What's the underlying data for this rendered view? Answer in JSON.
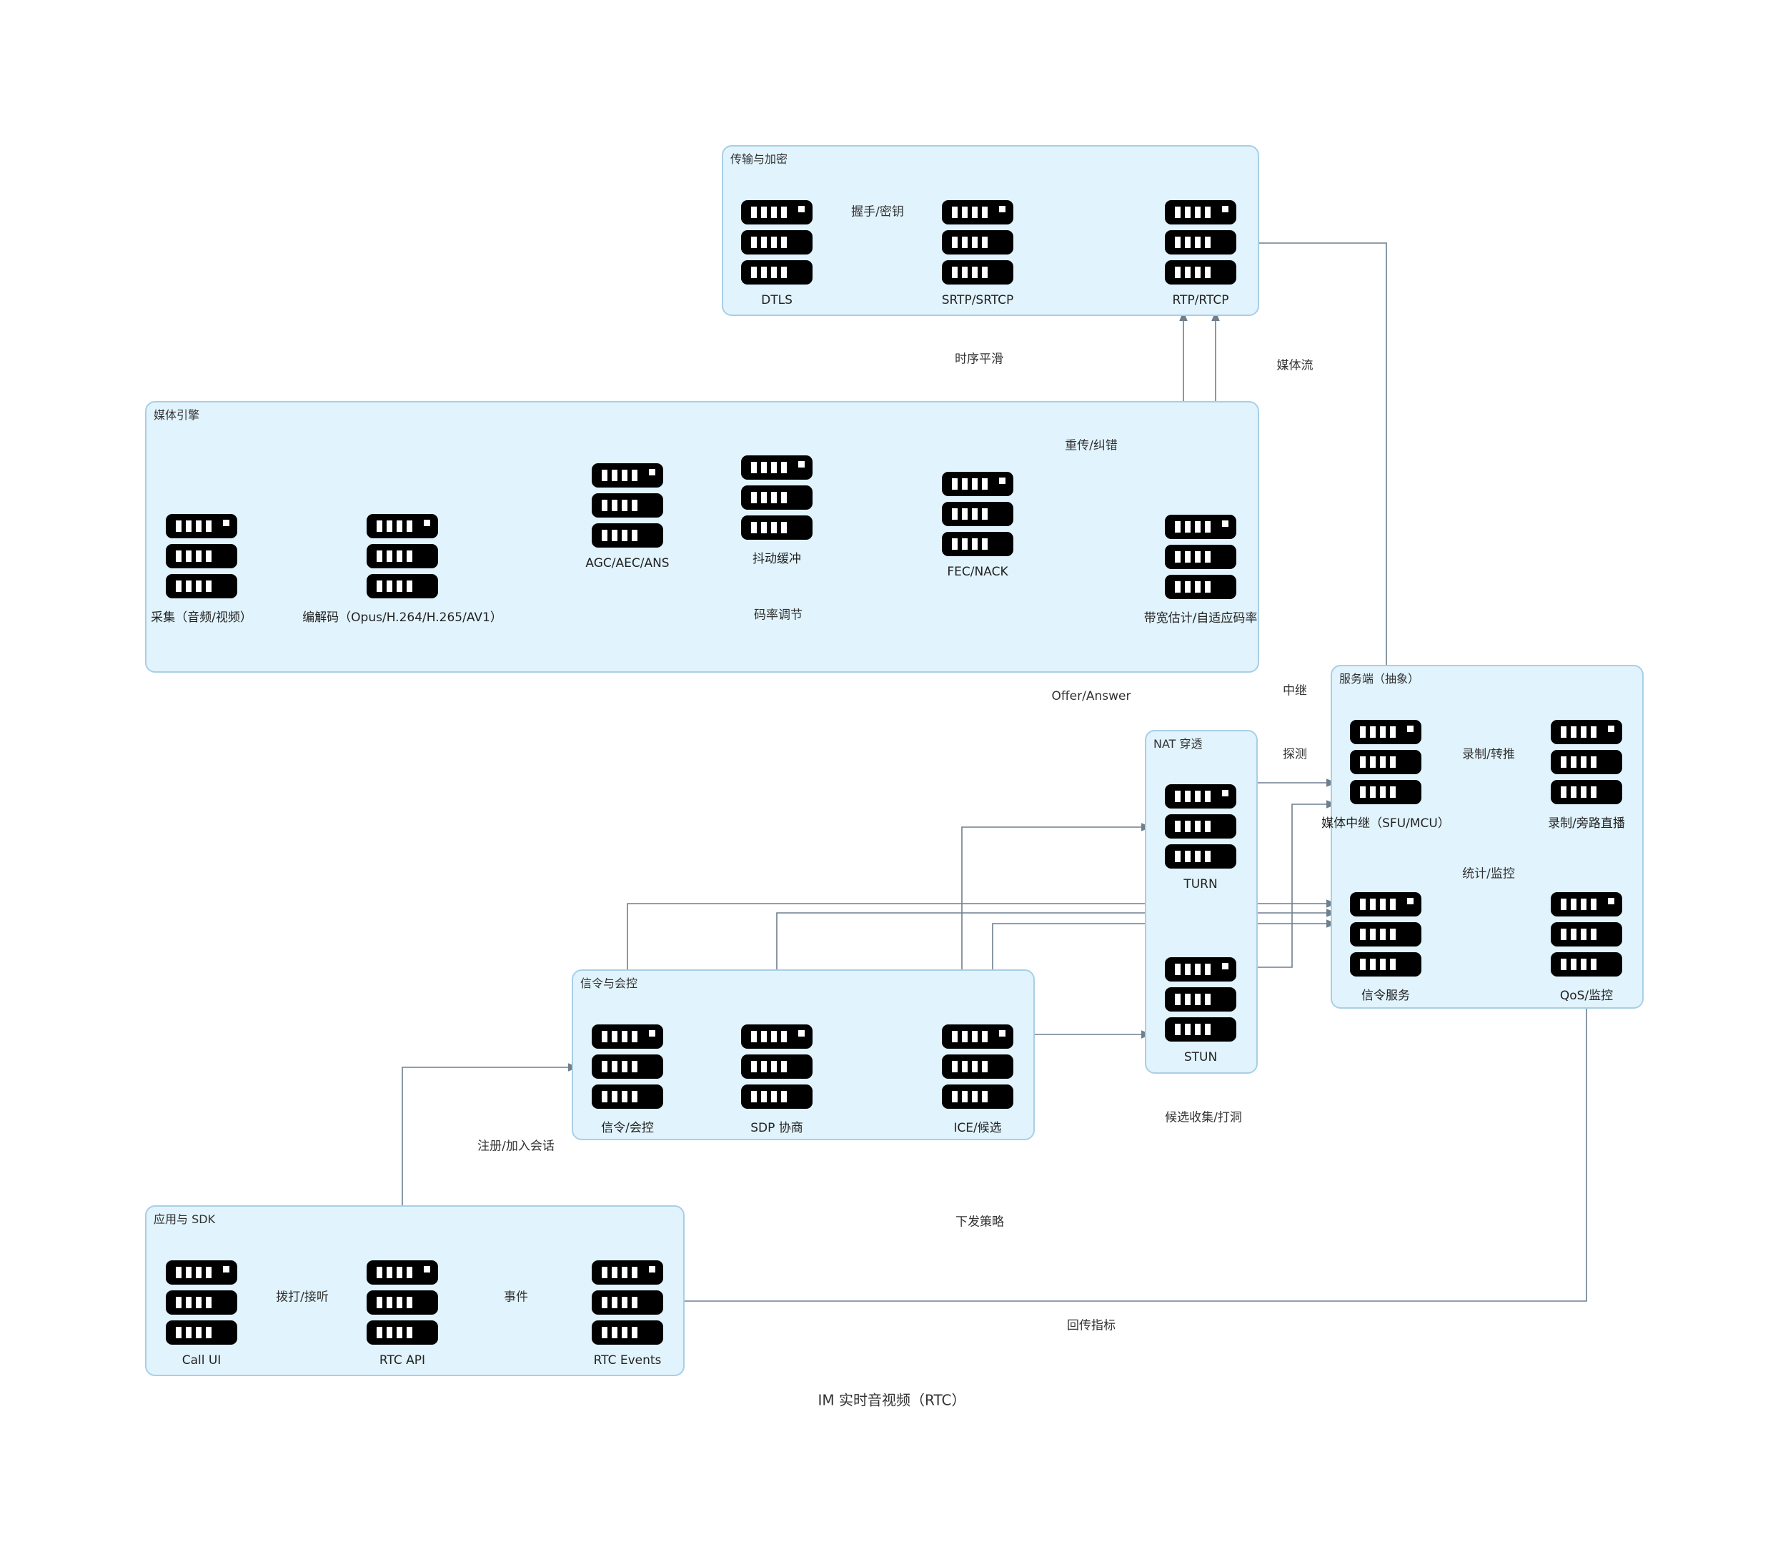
{
  "title": "IM 实时音视频（RTC）",
  "colors": {
    "group_fill": "#e1f3fc",
    "group_border": "#a8cfe6",
    "edge": "#6e7f8d",
    "icon": "#000000"
  },
  "groups": {
    "transport": "传输与加密",
    "media": "媒体引擎",
    "server": "服务端（抽象）",
    "nat": "NAT 穿透",
    "signaling": "信令与会控",
    "app": "应用与 SDK"
  },
  "nodes": {
    "dtls": {
      "label": "DTLS",
      "icon": "server-icon"
    },
    "srtp": {
      "label": "SRTP/SRTCP",
      "icon": "server-icon"
    },
    "rtp": {
      "label": "RTP/RTCP",
      "icon": "server-icon"
    },
    "capture": {
      "label": "采集（音频/视频）",
      "icon": "server-icon"
    },
    "codec": {
      "label": "编解码（Opus/H.264/H.265/AV1）",
      "icon": "server-icon"
    },
    "agc": {
      "label": "AGC/AEC/ANS",
      "icon": "server-icon"
    },
    "jitter": {
      "label": "抖动缓冲",
      "icon": "server-icon"
    },
    "fec": {
      "label": "FEC/NACK",
      "icon": "server-icon"
    },
    "bwe": {
      "label": "带宽估计/自适应码率",
      "icon": "server-icon"
    },
    "sfu": {
      "label": "媒体中继（SFU/MCU）",
      "icon": "server-icon"
    },
    "record": {
      "label": "录制/旁路直播",
      "icon": "server-icon"
    },
    "sigsvc": {
      "label": "信令服务",
      "icon": "server-icon"
    },
    "qos": {
      "label": "QoS/监控",
      "icon": "server-icon"
    },
    "turn": {
      "label": "TURN",
      "icon": "server-icon"
    },
    "stun": {
      "label": "STUN",
      "icon": "server-icon"
    },
    "sig": {
      "label": "信令/会控",
      "icon": "server-icon"
    },
    "sdp": {
      "label": "SDP 协商",
      "icon": "server-icon"
    },
    "ice": {
      "label": "ICE/候选",
      "icon": "server-icon"
    },
    "callui": {
      "label": "Call UI",
      "icon": "server-icon"
    },
    "rtcapi": {
      "label": "RTC API",
      "icon": "server-icon"
    },
    "rtcevents": {
      "label": "RTC Events",
      "icon": "server-icon"
    }
  },
  "edges": {
    "handshake": "握手/密钥",
    "timing": "时序平滑",
    "mediaflow": "媒体流",
    "retransmit": "重传/纠错",
    "bitrate": "码率调节",
    "offer": "Offer/Answer",
    "relay": "中继",
    "probe": "探测",
    "record": "录制/转推",
    "stats": "统计/监控",
    "gather": "候选收集/打洞",
    "register": "注册/加入会话",
    "policy": "下发策略",
    "dial": "拨打/接听",
    "event": "事件",
    "report": "回传指标"
  }
}
